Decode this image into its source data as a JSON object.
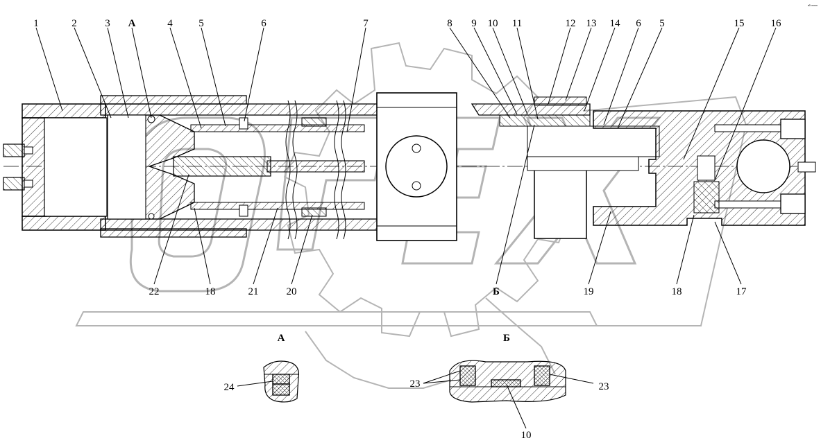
{
  "diagram": {
    "part_labels_top": [
      "1",
      "2",
      "3",
      "А",
      "4",
      "5",
      "6",
      "7",
      "8",
      "9",
      "10",
      "11",
      "12",
      "13",
      "14",
      "6",
      "5",
      "15",
      "16"
    ],
    "part_labels_bottom": [
      "22",
      "18",
      "21",
      "20",
      "Б",
      "19",
      "18",
      "17"
    ],
    "section_titles": [
      "А",
      "Б"
    ],
    "detail_labels": [
      "24",
      "23",
      "23",
      "10"
    ],
    "corner_mark": "ᵃᴰ ᵐᵐᵐ",
    "colors": {
      "line": "#000000",
      "watermark": "#b4b4b4",
      "background": "#ffffff"
    }
  }
}
